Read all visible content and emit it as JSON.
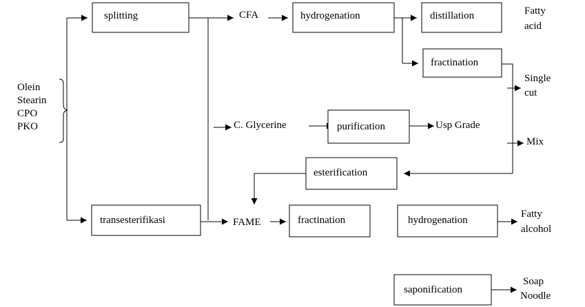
{
  "feedstock": {
    "items": [
      "Olein",
      "Stearin",
      "CPO",
      "PKO"
    ]
  },
  "boxes": {
    "splitting": "splitting",
    "hydrogenation_top": "hydrogenation",
    "distillation": "distillation",
    "fractination_top": "fractination",
    "purification": "purification",
    "esterification": "esterification",
    "transesterifikasi": "transesterifikasi",
    "fractination_bottom": "fractination",
    "hydrogenation_bottom": "hydrogenation",
    "saponification": "saponification"
  },
  "labels": {
    "cfa": "CFA",
    "glycerine": "C. Glycerine",
    "usp_grade": "Usp Grade",
    "fame": "FAME",
    "fatty_acid": [
      "Fatty",
      "acid"
    ],
    "single_cut": [
      "Single",
      "cut"
    ],
    "mix": "Mix",
    "fatty_alcohol": [
      "Fatty",
      "alcohol"
    ],
    "soap_noodle": [
      "Soap",
      "Noodle"
    ]
  }
}
